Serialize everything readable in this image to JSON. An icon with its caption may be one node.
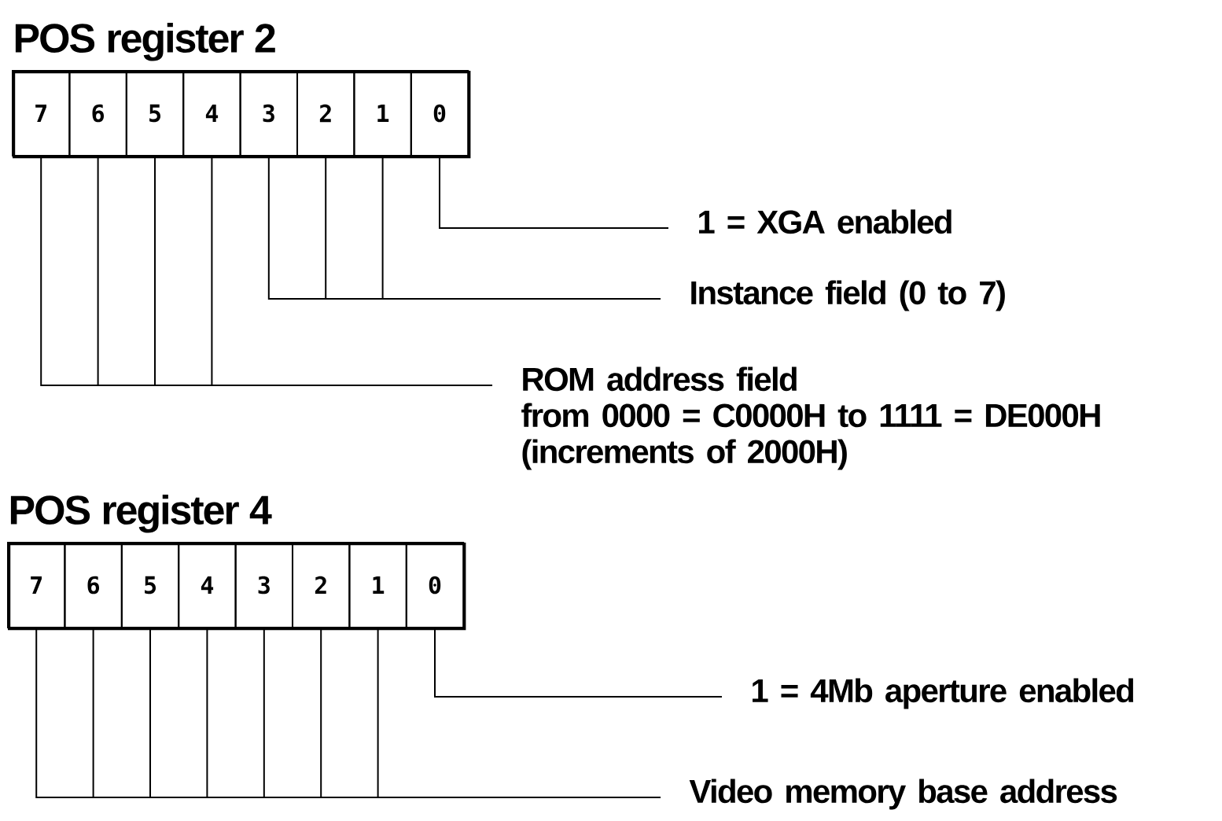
{
  "diagram": {
    "nodes": [
      {
        "text": [
          "POS register 2"
        ]
      },
      {
        "text": [
          "7"
        ],
        "in": 0
      },
      {
        "text": [
          "6"
        ],
        "in": 0
      },
      {
        "text": [
          "5"
        ],
        "in": 0
      },
      {
        "text": [
          "4"
        ],
        "in": 0
      },
      {
        "text": [
          "3"
        ],
        "in": 0
      },
      {
        "text": [
          "2"
        ],
        "in": 0
      },
      {
        "text": [
          "1"
        ],
        "in": 0
      },
      {
        "text": [
          "0"
        ],
        "in": 0
      },
      {
        "text": [
          "1 =  XGA enabled"
        ]
      },
      {
        "text": [
          "Instance field (0 to 7)"
        ]
      },
      {
        "text": [
          "ROM address field",
          "from 0000 = C0000H to 1111 =  DE000H (increments of 2000H)"
        ]
      },
      {
        "text": [
          "POS register 4"
        ]
      },
      {
        "text": [
          "7"
        ],
        "in": 12
      },
      {
        "text": [
          "6"
        ],
        "in": 12
      },
      {
        "text": [
          "5"
        ],
        "in": 12
      },
      {
        "text": [
          "4"
        ],
        "in": 12
      },
      {
        "text": [
          "3"
        ],
        "in": 12
      },
      {
        "text": [
          "2"
        ],
        "in": 12
      },
      {
        "text": [
          "1"
        ],
        "in": 12
      },
      {
        "text": [
          "0"
        ],
        "in": 12
      },
      {
        "text": [
          "1 = 4Mb aperture enabled"
        ]
      },
      {
        "text": [
          "Video memory base address"
        ]
      }
    ],
    "edges": [
      {
        "from": 8,
        "to": 9,
        "arrow": "none"
      },
      {
        "from": 5,
        "to": 10,
        "arrow": "none"
      },
      {
        "from": 6,
        "to": 10,
        "arrow": "none"
      },
      {
        "from": 7,
        "to": 10,
        "arrow": "none"
      },
      {
        "from": 1,
        "to": 11,
        "arrow": "none"
      },
      {
        "from": 2,
        "to": 11,
        "arrow": "none"
      },
      {
        "from": 3,
        "to": 11,
        "arrow": "none"
      },
      {
        "from": 4,
        "to": 11,
        "arrow": "none"
      },
      {
        "from": 20,
        "to": 21,
        "arrow": "none"
      },
      {
        "from": 13,
        "to": 22,
        "arrow": "none"
      },
      {
        "from": 14,
        "to": 22,
        "arrow": "none"
      },
      {
        "from": 15,
        "to": 22,
        "arrow": "none"
      },
      {
        "from": 16,
        "to": 22,
        "arrow": "none"
      },
      {
        "from": 17,
        "to": 22,
        "arrow": "none"
      },
      {
        "from": 18,
        "to": 22,
        "arrow": "none"
      },
      {
        "from": 19,
        "to": 22,
        "arrow": "none"
      }
    ]
  }
}
